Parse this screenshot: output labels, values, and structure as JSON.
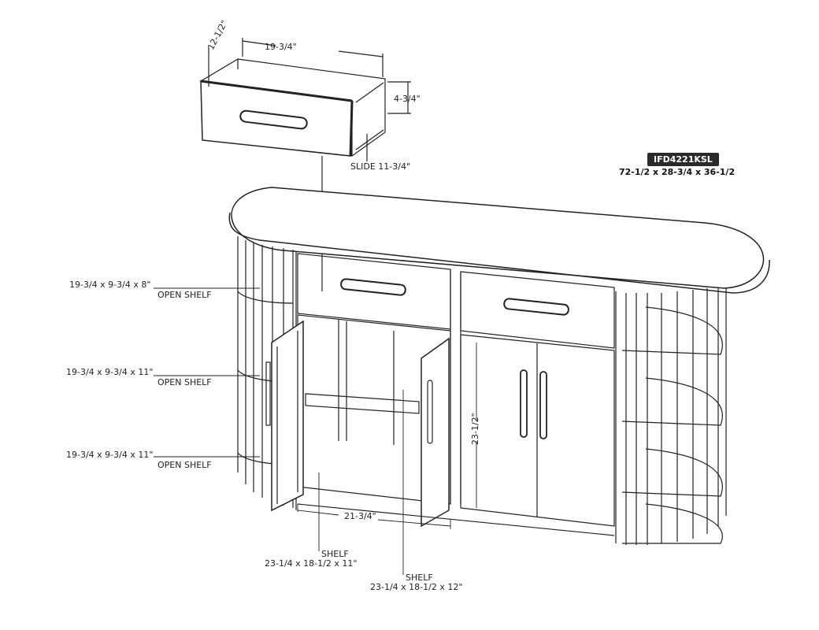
{
  "product": {
    "model": "IFD4221KSL",
    "overall_dimensions": "72-1/2 x 28-3/4 x 36-1/2"
  },
  "drawer": {
    "width": "19-3/4\"",
    "depth": "12-1/2\"",
    "height": "4-3/4\"",
    "slide": "SLIDE 11-3/4\""
  },
  "open_shelves": [
    {
      "size": "19-3/4 x 9-3/4 x 8\"",
      "label": "OPEN SHELF"
    },
    {
      "size": "19-3/4 x 9-3/4 x 11\"",
      "label": "OPEN SHELF"
    },
    {
      "size": "19-3/4 x 9-3/4 x 11\"",
      "label": "OPEN SHELF"
    }
  ],
  "cabinet": {
    "interior_height": "23-1/2\"",
    "interior_width": "21-3/4\""
  },
  "shelves": [
    {
      "label": "SHELF",
      "size": "23-1/4 x 18-1/2 x 11\""
    },
    {
      "label": "SHELF",
      "size": "23-1/4 x 18-1/2 x 12\""
    }
  ]
}
